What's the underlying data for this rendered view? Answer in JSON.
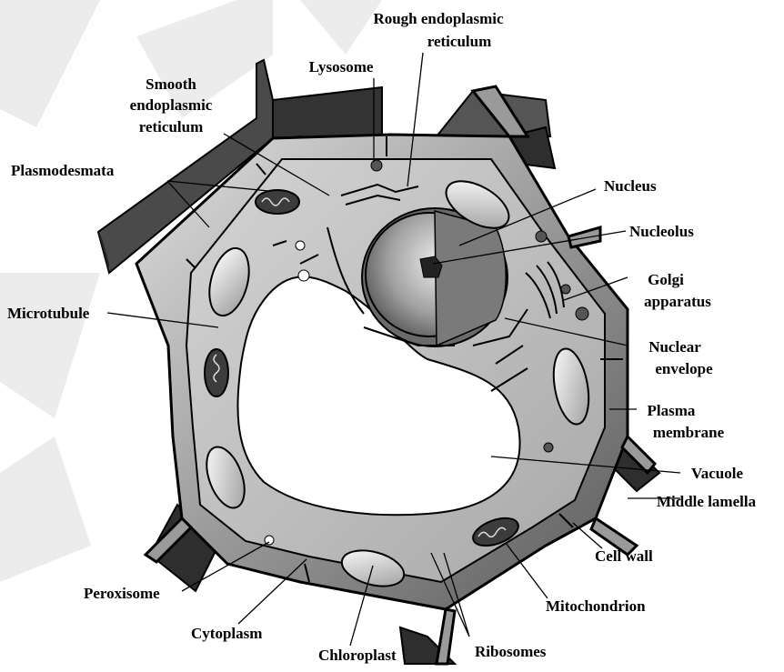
{
  "labels": {
    "rough_er_1": "Rough endoplasmic",
    "rough_er_2": "reticulum",
    "lysosome": "Lysosome",
    "smooth_er_1": "Smooth",
    "smooth_er_2": "endoplasmic",
    "smooth_er_3": "reticulum",
    "plasmodesmata": "Plasmodesmata",
    "nucleus": "Nucleus",
    "nucleolus": "Nucleolus",
    "golgi_1": "Golgi",
    "golgi_2": "apparatus",
    "microtubule": "Microtubule",
    "nuclear_env_1": "Nuclear",
    "nuclear_env_2": "envelope",
    "plasma_1": "Plasma",
    "plasma_2": "membrane",
    "vacuole": "Vacuole",
    "middle_lamella": "Middle lamella",
    "cell_wall": "Cell wall",
    "mitochondrion": "Mitochondrion",
    "peroxisome": "Peroxisome",
    "cytoplasm": "Cytoplasm",
    "chloroplast": "Chloroplast",
    "ribosomes": "Ribosomes"
  },
  "colors": {
    "watermark": "#e9e9e9",
    "wall_dark": "#3f3f3f",
    "wall_mid": "#8a8a8a",
    "wall_light": "#d8d8d8",
    "cytoplasm": "#bdbdbd",
    "organelle_dark": "#555555",
    "line": "#000000"
  }
}
